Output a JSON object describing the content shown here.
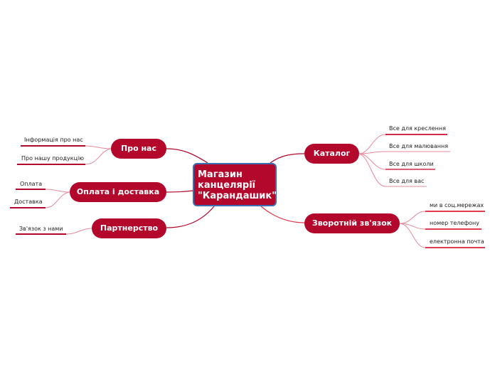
{
  "central": {
    "lines": [
      "Магазин",
      "канцелярії",
      "\"Карандашик\""
    ]
  },
  "topics": {
    "pro_nas": {
      "label": "Про нас",
      "children": [
        "Інформація про нас",
        "Про нашу продукцію"
      ]
    },
    "oplata": {
      "label": "Оплата і доставка",
      "children": [
        "Оплата",
        "Доставка"
      ]
    },
    "partnerstvo": {
      "label": "Партнерство",
      "children": [
        "Зв'язок з нами"
      ]
    },
    "katalog": {
      "label": "Каталог",
      "children": [
        "Все для креслення",
        "Все для малювання",
        "Все для школи",
        "Все для вас"
      ]
    },
    "zvorotniy": {
      "label": "Зворотній зв'язок",
      "children": [
        "ми в соц.мережах",
        "номер телефону",
        "електронна почта"
      ]
    }
  },
  "colors": {
    "node": "#b3072b",
    "central_border": "#3b6fb3",
    "link_left": "#b3072b",
    "link_right": "#e03a4e"
  }
}
